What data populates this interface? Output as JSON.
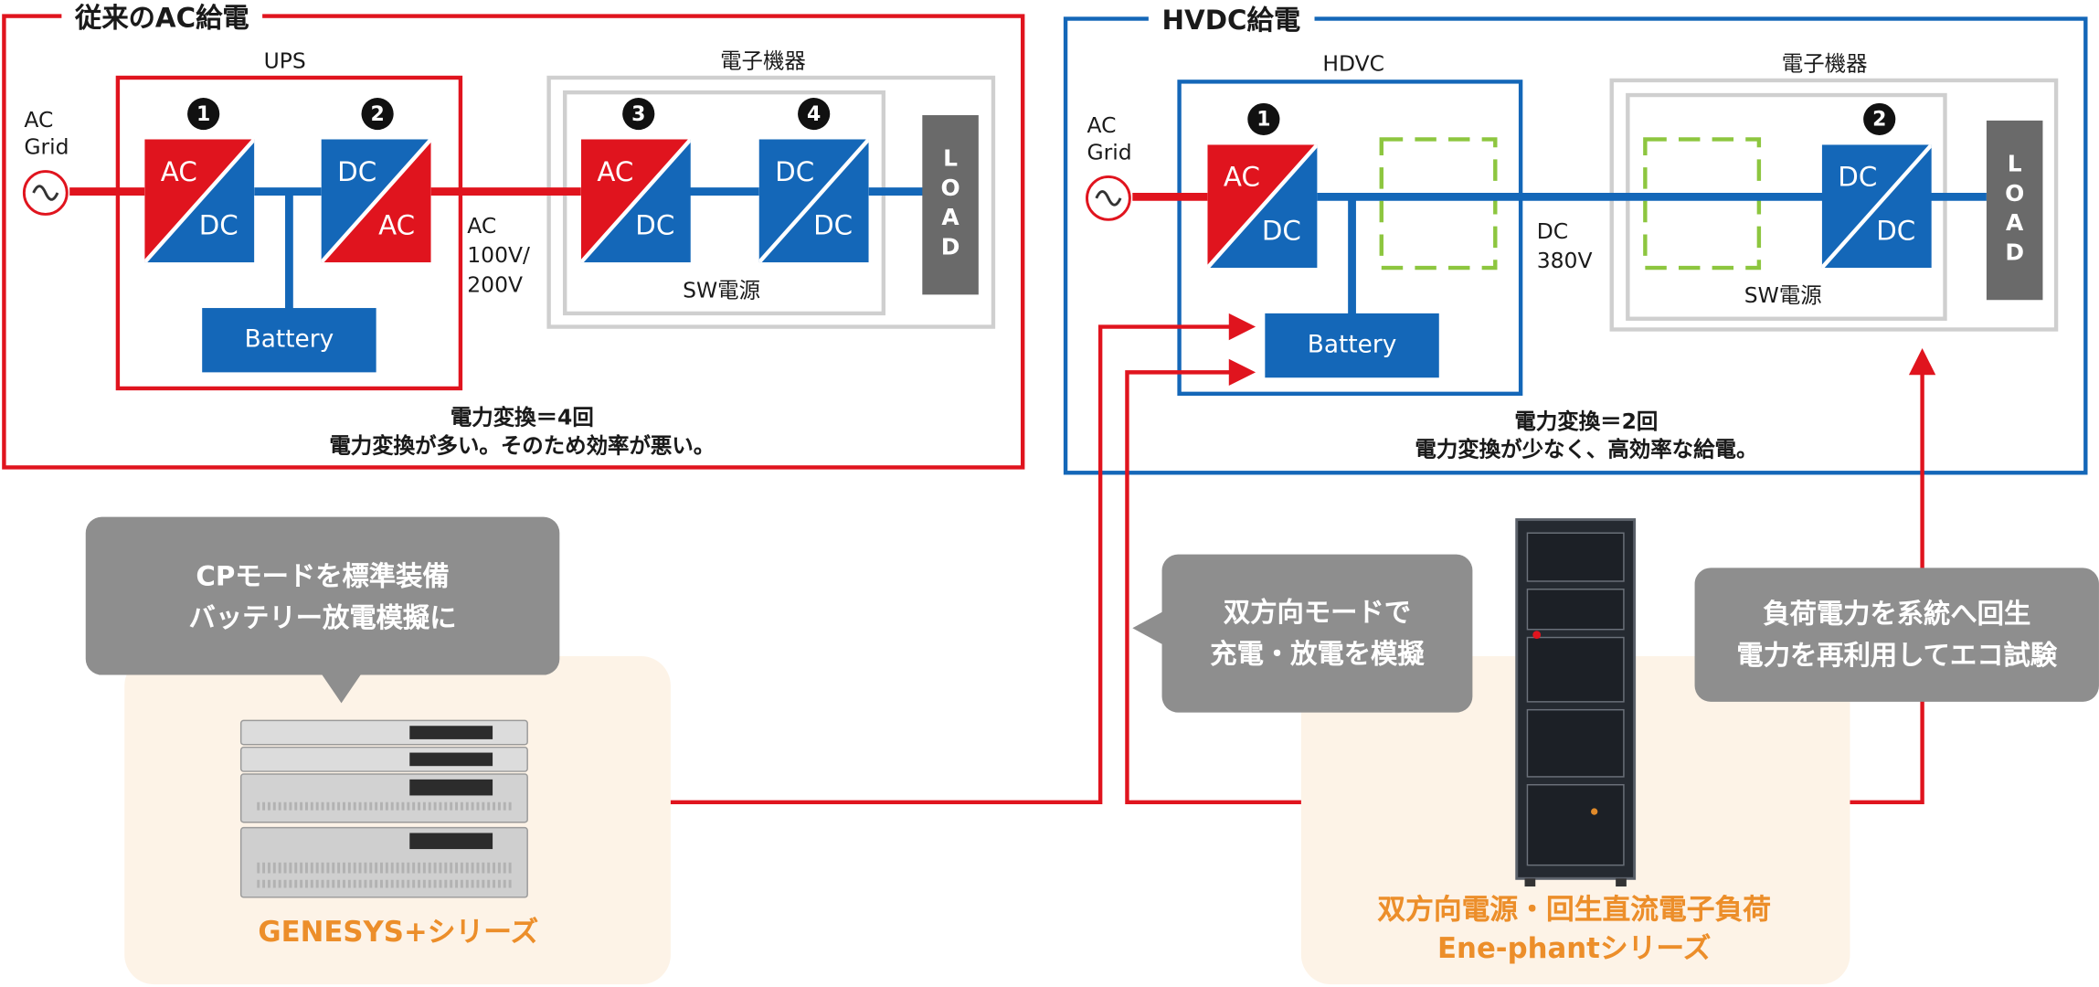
{
  "left_panel": {
    "title": "従来のAC給電",
    "ups_label": "UPS",
    "devices_label": "電子機器",
    "swps_label": "SW電源",
    "ac_grid": "AC\nGrid",
    "voltage": "AC\n100V/\n200V",
    "battery": "Battery",
    "load": "L\nO\nA\nD",
    "converters": [
      {
        "num": "1",
        "top": "AC",
        "bottom": "DC"
      },
      {
        "num": "2",
        "top": "DC",
        "bottom": "AC"
      },
      {
        "num": "3",
        "top": "AC",
        "bottom": "DC"
      },
      {
        "num": "4",
        "top": "DC",
        "bottom": "DC"
      }
    ],
    "caption_line1": "電力変換＝4回",
    "caption_line2": "電力変換が多い。そのため効率が悪い。"
  },
  "right_panel": {
    "title": "HVDC給電",
    "hdvc_label": "HDVC",
    "devices_label": "電子機器",
    "swps_label": "SW電源",
    "ac_grid": "AC\nGrid",
    "voltage": "DC\n380V",
    "battery": "Battery",
    "load": "L\nO\nA\nD",
    "converters": [
      {
        "num": "1",
        "top": "AC",
        "bottom": "DC"
      },
      {
        "num": "2",
        "top": "DC",
        "bottom": "DC"
      }
    ],
    "caption_line1": "電力変換＝2回",
    "caption_line2": "電力変換が少なく、高効率な給電。"
  },
  "bubbles": {
    "genesys": "CPモードを標準装備\nバッテリー放電模擬に",
    "bidir": "双方向モードで\n充電・放電を模擬",
    "regen": "負荷電力を系統へ回生\n電力を再利用してエコ試験"
  },
  "products": {
    "genesys": "GENESYS+シリーズ",
    "enephant": "双方向電源・回生直流電子負荷\nEne-phantシリーズ"
  },
  "colors": {
    "red": "#e0141e",
    "blue": "#1467b8",
    "green_dashed": "#8dc63f",
    "gray_box": "#cfcfcf",
    "bubble": "#8e8e8e",
    "orange": "#ec8e2a"
  }
}
